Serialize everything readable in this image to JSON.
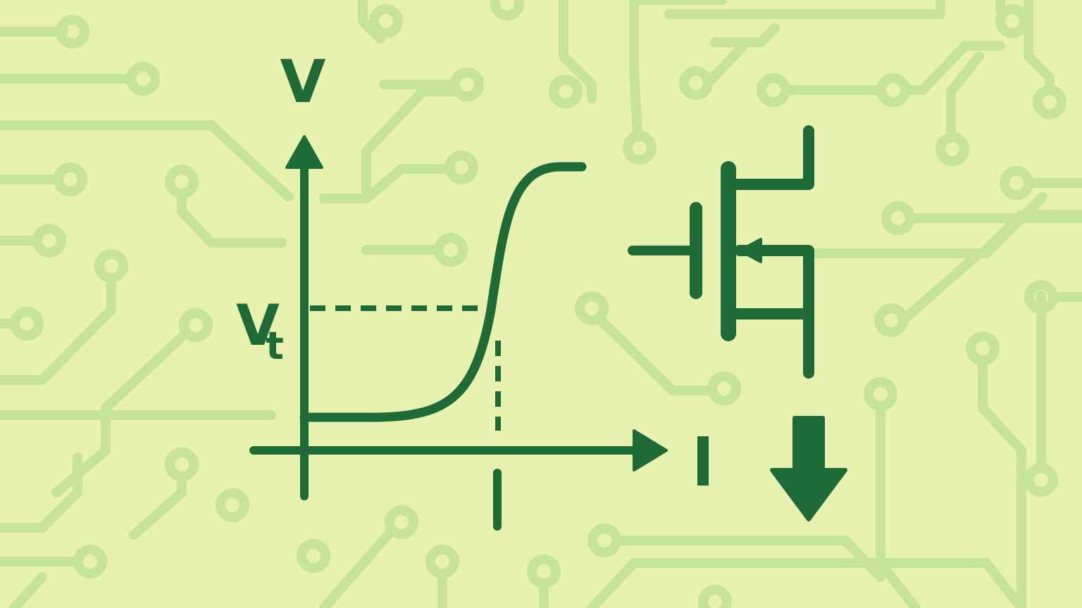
{
  "colors": {
    "background": "#e6f2ad",
    "trace": "#c3e298",
    "ink": "#1e6b38"
  },
  "labels": {
    "y_axis": "V",
    "threshold_main": "V",
    "threshold_sub": "t",
    "x_axis": "I",
    "x_tick": "I"
  },
  "icons": {
    "transistor": "mosfet-symbol-icon",
    "down_arrow": "arrow-down-icon"
  }
}
